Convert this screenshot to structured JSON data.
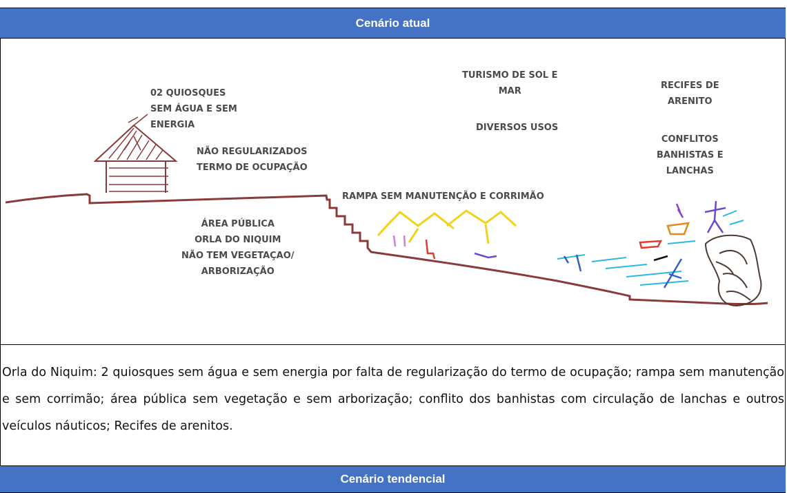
{
  "headers": {
    "current": "Cenário atual",
    "trend": "Cenário tendencial"
  },
  "sketch_labels": {
    "kiosks": "02 QUIOSQUES\nSEM ÁGUA E SEM\nENERGIA",
    "regularization": "NÃO REGULARIZADOS\nTERMO DE OCUPAÇÃO",
    "tourism": "TURISMO DE SOL E\nMAR",
    "uses": "DIVERSOS USOS",
    "reefs": "RECIFES DE\nARENITO",
    "conflicts": "CONFLITOS\nBANHISTAS E\nLANCHAS",
    "ramp": "RAMPA SEM MANUTENÇÃO E CORRIMÃO",
    "public_area": "ÁREA PÚBLICA\nORLA DO NIQUIM\nNÃO TEM VEGETAÇAO/\nARBORIZAÇÃO"
  },
  "description": "Orla do Niquim: 2 quiosques sem água e sem energia por falta de regularização do termo de ocupação; rampa sem manutenção e sem corrimão; área pública sem vegetação e sem arborização; conflito dos banhistas com circulação de lanchas e outros veículos náuticos; Recifes de arenitos.",
  "colors": {
    "header_bg": "#4472c4",
    "header_text": "#ffffff",
    "line": "#8b3a3a"
  }
}
